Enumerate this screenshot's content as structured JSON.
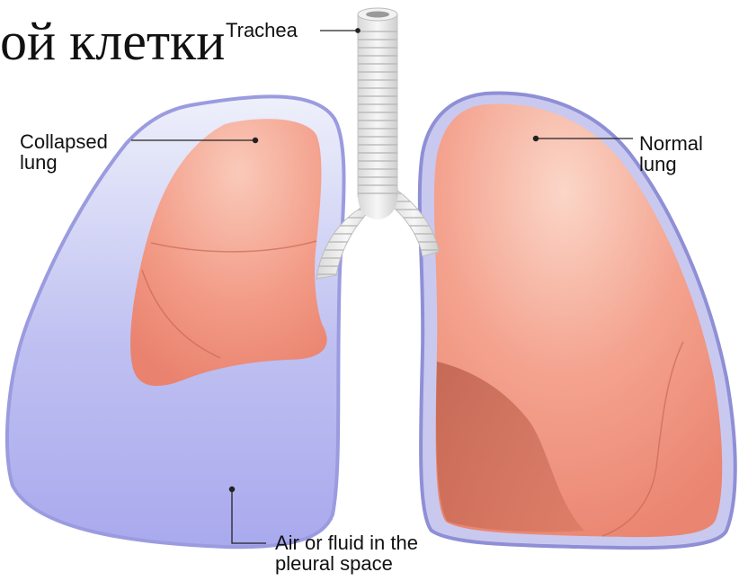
{
  "heading": "ой клетки",
  "labels": {
    "trachea": "Trachea",
    "collapsed_lung": "Collapsed\nlung",
    "normal_lung": "Normal\nlung",
    "pleural_space": "Air or fluid in the\npleural space"
  },
  "colors": {
    "lung_tissue": "#ef8b78",
    "lung_highlight": "#f8cbbd",
    "pleural_fluid": "#a8a8ee",
    "pleural_outline": "#8f8fd6",
    "trachea": "#e6e6e6"
  }
}
